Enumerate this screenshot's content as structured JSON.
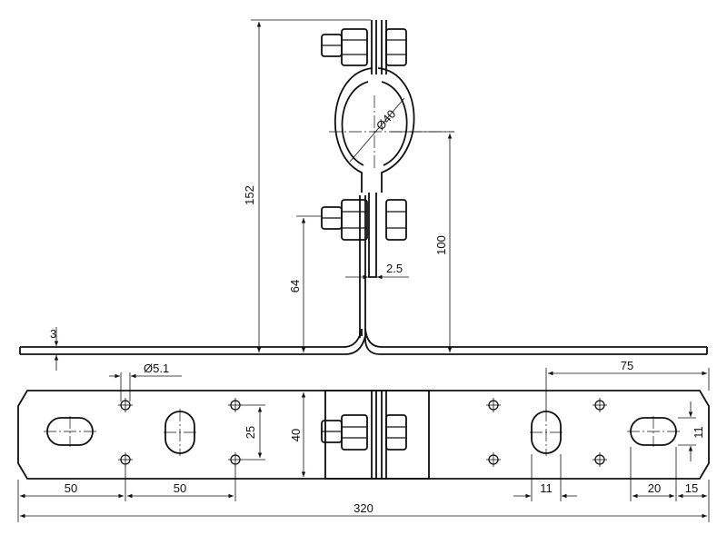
{
  "drawing": {
    "dimensions": {
      "height_total": "152",
      "height_center": "100",
      "height_lower": "64",
      "thickness": "3",
      "sheet": "2.5",
      "pipe_dia": "Ø40",
      "hole_dia": "Ø5.1",
      "width_plate": "40",
      "hole_spacing_v": "25",
      "edge_to_hole": "50",
      "hole_to_hole": "50",
      "total_length": "320",
      "right_offset": "75",
      "slot_width": "11",
      "slot_length": "11",
      "slot_pos": "20",
      "end_offset": "15"
    }
  }
}
